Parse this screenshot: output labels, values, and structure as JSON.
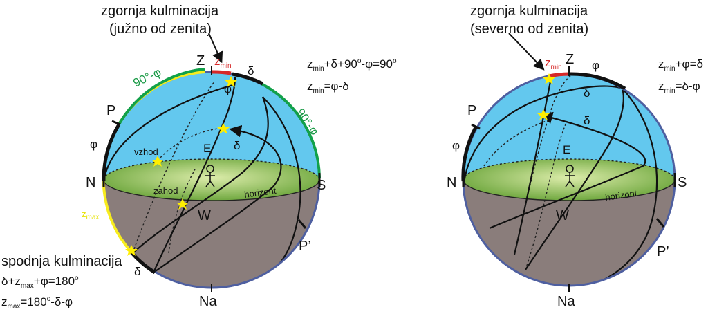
{
  "colors": {
    "sky": "#63c8ee",
    "ground": "#8a7d7b",
    "horizon_light": "#d6e8a0",
    "horizon_dark": "#6aa33a",
    "rim": "#4e5fa0",
    "yellow_arc": "#f7ec1d",
    "green_arc": "#12a14a",
    "red_arc": "#d62828",
    "star": "#ffee00"
  },
  "left": {
    "title_line1": "zgornja kulminacija",
    "title_line2": "(južno od zenita)",
    "zenith": "Z",
    "zmin_z": "z",
    "zmin_sub": "min",
    "delta_top": "δ",
    "phi_near_zenith": "φ",
    "arc_90_phi_top": "90°-φ",
    "arc_90_phi_right": "90°-φ",
    "pole": "P",
    "phi_left": "φ",
    "rise": "vzhod",
    "east": "E",
    "delta_mid": "δ",
    "north": "N",
    "south": "S",
    "set": "zahod",
    "horizon": "horizont",
    "west": "W",
    "zmax_z": "z",
    "zmax_sub": "max",
    "antipole": "P’",
    "delta_bottom": "δ",
    "nadir": "Na",
    "eq1_parts": [
      "z",
      "min",
      "+δ+90",
      "o",
      "-φ=90",
      "o"
    ],
    "eq2_parts": [
      "z",
      "min",
      "=φ-δ"
    ],
    "bottom_title": "spodnja kulminacija",
    "bottom_eq1_parts": [
      "δ+z",
      "max",
      "+φ=180",
      "o"
    ],
    "bottom_eq2_parts": [
      "z",
      "max",
      "=180",
      "o",
      "-δ-φ"
    ]
  },
  "right": {
    "title_line1": "zgornja kulminacija",
    "title_line2": "(severno od zenita)",
    "zenith": "Z",
    "zmin_z": "z",
    "zmin_sub": "min",
    "phi_top": "φ",
    "delta_upper": "δ",
    "delta_mid": "δ",
    "pole": "P",
    "phi_left": "φ",
    "east": "E",
    "north": "N",
    "south": "S",
    "horizon": "horizont",
    "west": "W",
    "antipole": "P’",
    "nadir": "Na",
    "eq1_parts": [
      "z",
      "min",
      "+φ=δ"
    ],
    "eq2_parts": [
      "z",
      "min",
      "=δ-φ"
    ]
  }
}
